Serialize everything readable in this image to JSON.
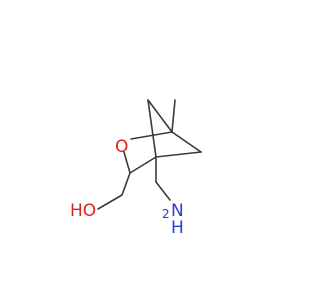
{
  "molecule": {
    "atoms": {
      "oxygen_ring": {
        "symbol": "O",
        "color": "#e0201b"
      },
      "hydroxyl": {
        "symbol": "HO",
        "color": "#e0201b"
      },
      "amine_n": {
        "symbol": "N",
        "color": "#2a3bd6"
      },
      "amine_h": {
        "symbol": "H",
        "color": "#2a3bd6"
      },
      "amine_h2": {
        "symbol": "2",
        "color": "#2a3bd6"
      }
    },
    "bond_color": "#3a3a3a"
  }
}
